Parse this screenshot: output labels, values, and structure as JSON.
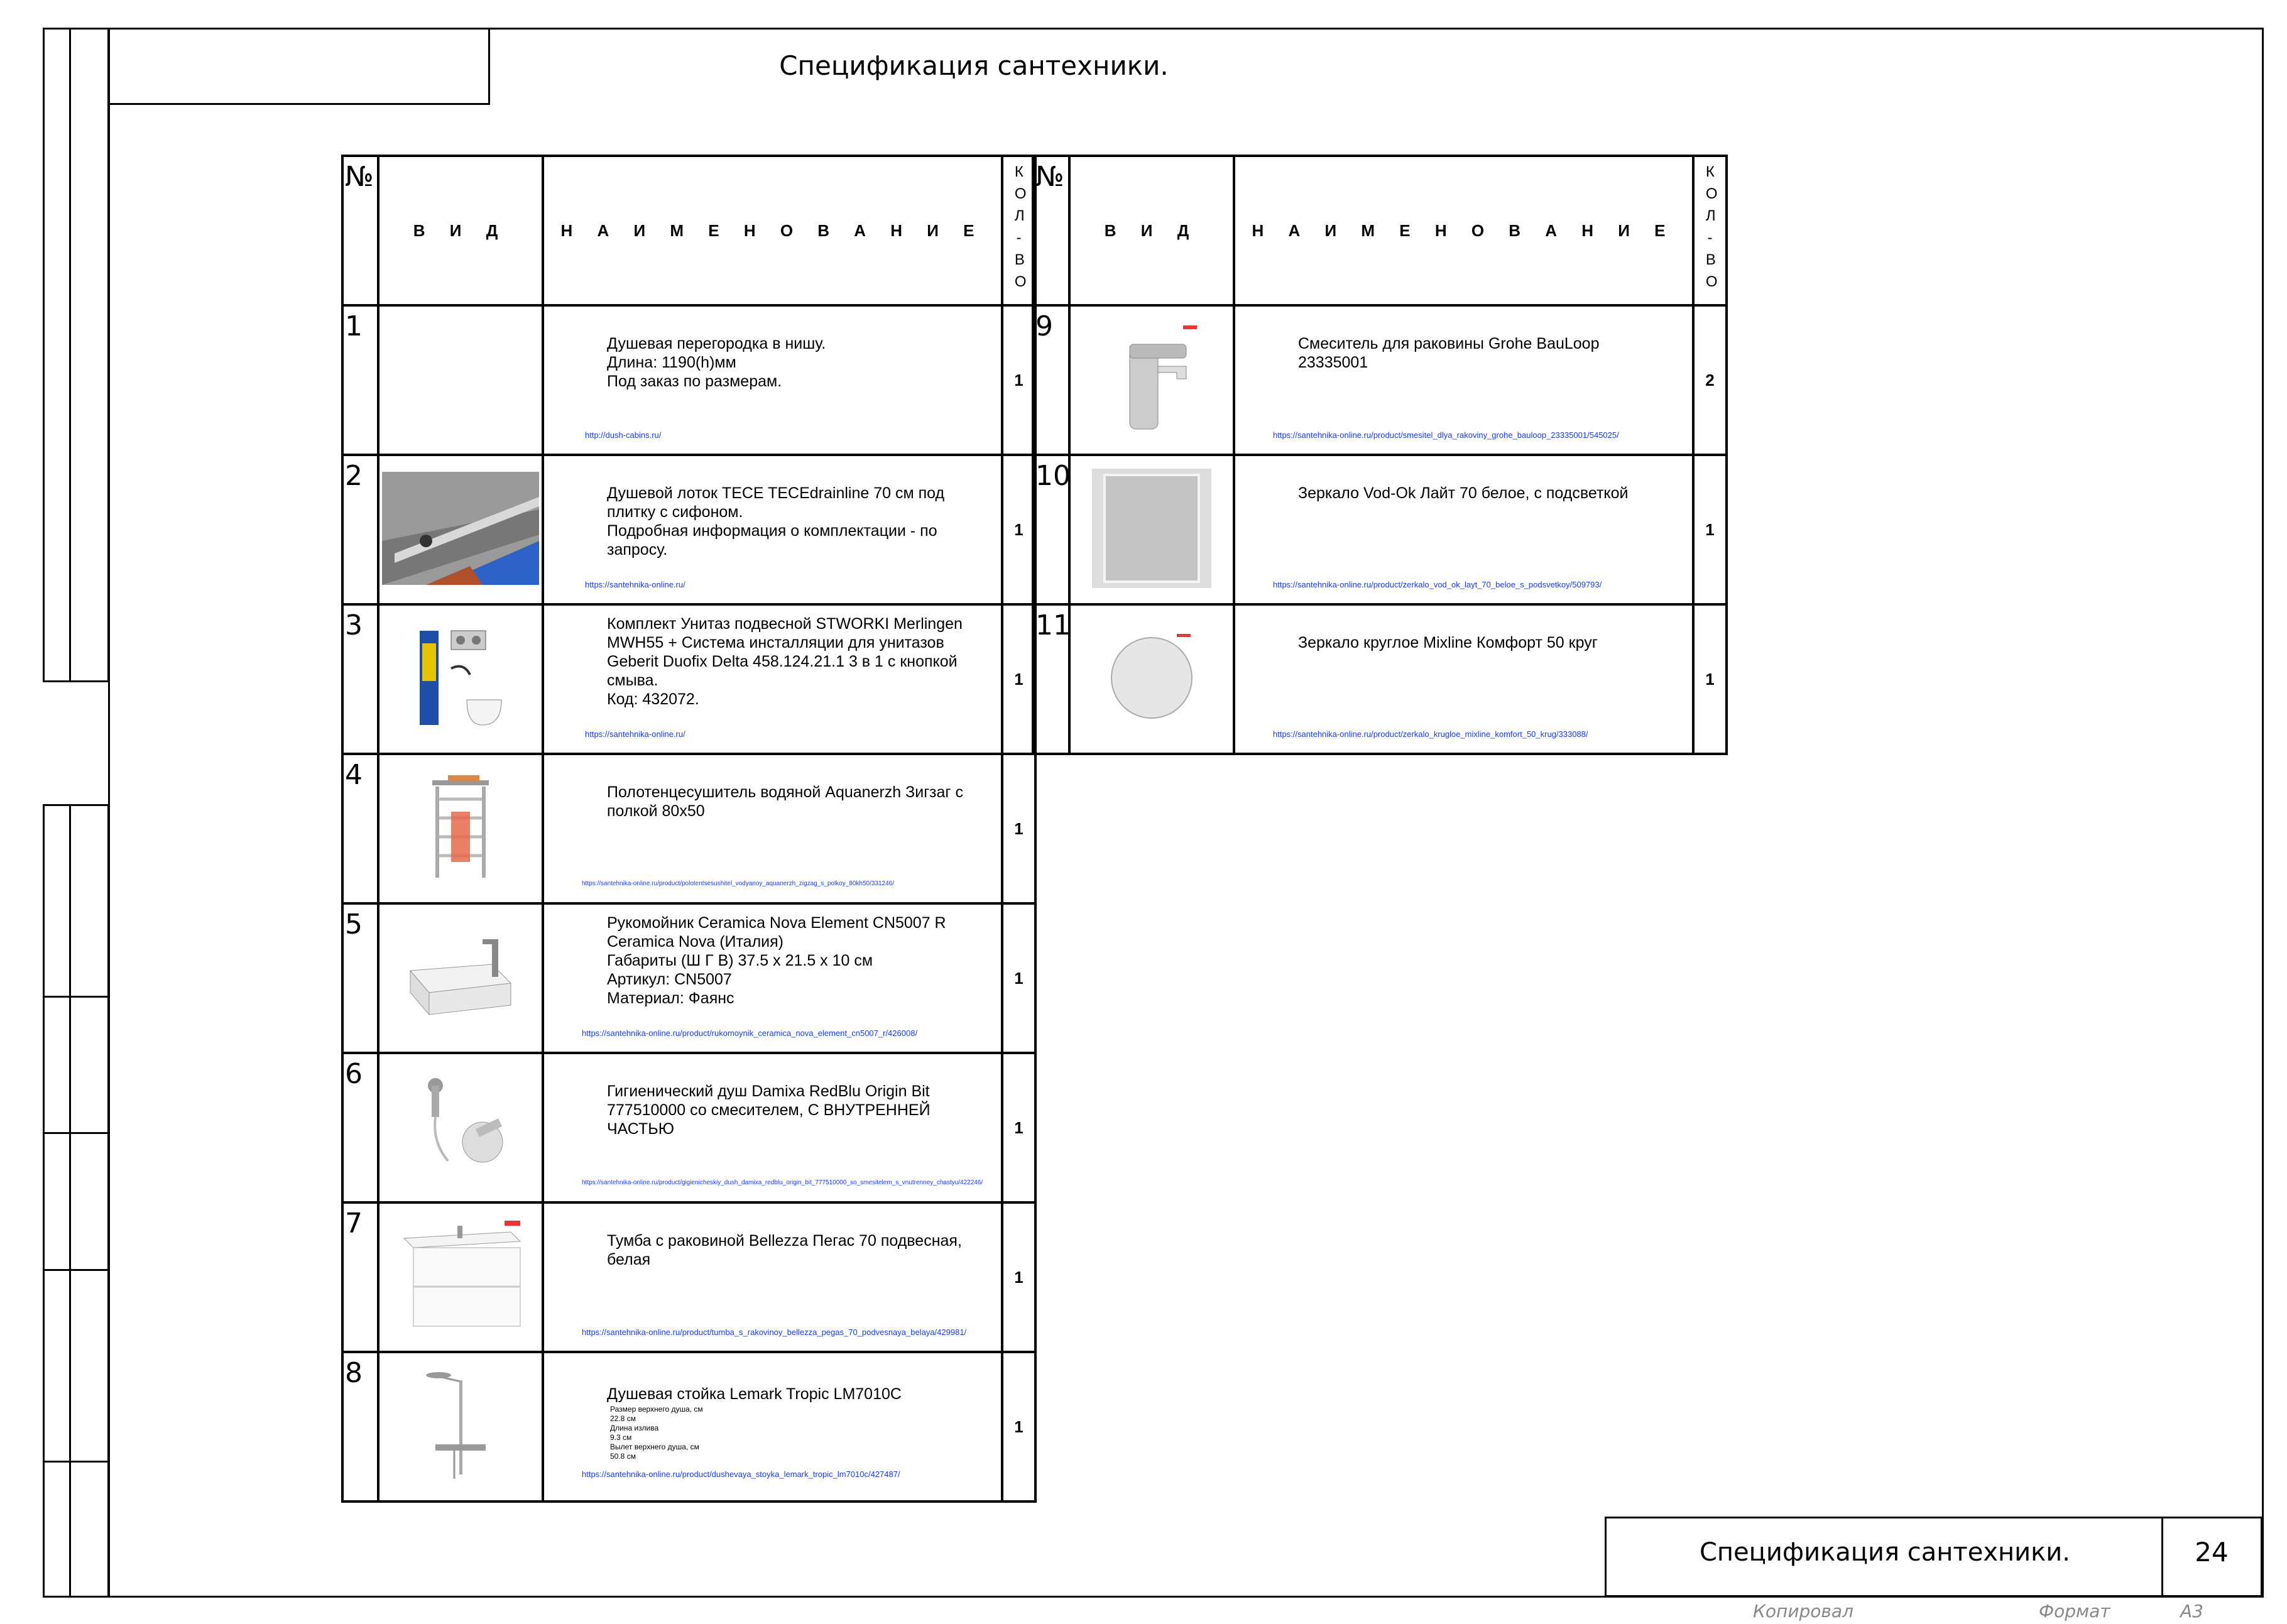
{
  "page_title": "Спецификация сантехники.",
  "headers": {
    "num": "№",
    "view": "В И Д",
    "name": "Н А И М Е Н О В А Н И Е",
    "qty": "К О Л - В О"
  },
  "left_rows": [
    {
      "num": "1",
      "name": "Душевая перегородка в нишу.\nДлина: 1190(h)мм\nПод заказ по размерам.",
      "link": "http://dush-cabins.ru/",
      "qty": "1",
      "image": "none"
    },
    {
      "num": "2",
      "name": "Душевой лоток TECE TECEdrainline 70 см под плитку с сифоном.\nПодробная информация о комплектации - по запросу.",
      "link": "https://santehnika-online.ru/",
      "qty": "1",
      "image": "drain-icon"
    },
    {
      "num": "3",
      "name": "Комплект Унитаз подвесной STWORKI Merlingen MWH55 + Система инсталляции для унитазов Geberit Duofix Delta 458.124.21.1 3 в 1 с кнопкой смыва.\nКод: 432072.",
      "link": "https://santehnika-online.ru/",
      "qty": "1",
      "image": "toilet-set-icon"
    },
    {
      "num": "4",
      "name": "Полотенцесушитель водяной Aquanerzh Зигзаг с полкой 80x50",
      "link": "https://santehnika-online.ru/product/polotentsesushitel_vodyanoy_aquanerzh_zigzag_s_polkoy_80kh50/331246/",
      "qty": "1",
      "image": "towel-dryer-icon"
    },
    {
      "num": "5",
      "name": "Рукомойник Ceramica Nova Element CN5007 R Ceramica Nova (Италия)\nГабариты (Ш Г В) 37.5 х 21.5 х 10 см\nАртикул: CN5007\nМатериал: Фаянс",
      "link": "https://santehnika-online.ru/product/rukomoynik_ceramica_nova_element_cn5007_r/426008/",
      "qty": "1",
      "image": "washbasin-icon"
    },
    {
      "num": "6",
      "name": "Гигиенический душ Damixa RedBlu Origin Bit 777510000 со смесителем, С ВНУТРЕННЕЙ ЧАСТЬЮ",
      "link": "https://santehnika-online.ru/product/gigienicheskiy_dush_damixa_redblu_origin_bit_777510000_so_smesitelem_s_vnutrenney_chastyu/422246/",
      "qty": "1",
      "image": "hygienic-shower-icon"
    },
    {
      "num": "7",
      "name": "Тумба с раковиной Bellezza Пегас 70 подвесная, белая",
      "link": "https://santehnika-online.ru/product/tumba_s_rakovinoy_bellezza_pegas_70_podvesnaya_belaya/429981/",
      "qty": "1",
      "image": "vanity-icon"
    },
    {
      "num": "8",
      "name": "Душевая стойка Lemark Tropic LM7010C",
      "details": [
        "Размер верхнего душа, см",
        "22.8 см",
        "Длина излива",
        "9.3 см",
        "Вылет верхнего душа, см",
        "50.8 см"
      ],
      "link": "https://santehnika-online.ru/product/dushevaya_stoyka_lemark_tropic_lm7010c/427487/",
      "qty": "1",
      "image": "shower-column-icon"
    }
  ],
  "right_rows": [
    {
      "num": "9",
      "name": "Смеситель для раковины Grohe BauLoop 23335001",
      "link": "https://santehnika-online.ru/product/smesitel_dlya_rakoviny_grohe_bauloop_23335001/545025/",
      "qty": "2",
      "image": "faucet-icon"
    },
    {
      "num": "10",
      "name": "Зеркало Vod-Ok Лайт 70 белое, с подсветкой",
      "link": "https://santehnika-online.ru/product/zerkalo_vod_ok_layt_70_beloe_s_podsvetkoy/509793/",
      "qty": "1",
      "image": "mirror-rect-icon"
    },
    {
      "num": "11",
      "name": "Зеркало круглое Mixline Комфорт 50 круг",
      "link": "https://santehnika-online.ru/product/zerkalo_krugloe_mixline_komfort_50_krug/333088/",
      "qty": "1",
      "image": "mirror-round-icon"
    }
  ],
  "stamp": {
    "title": "Спецификация сантехники.",
    "page_number": "24"
  },
  "footer": {
    "copied": "Копировал",
    "format_label": "Формат",
    "format_value": "А3"
  }
}
